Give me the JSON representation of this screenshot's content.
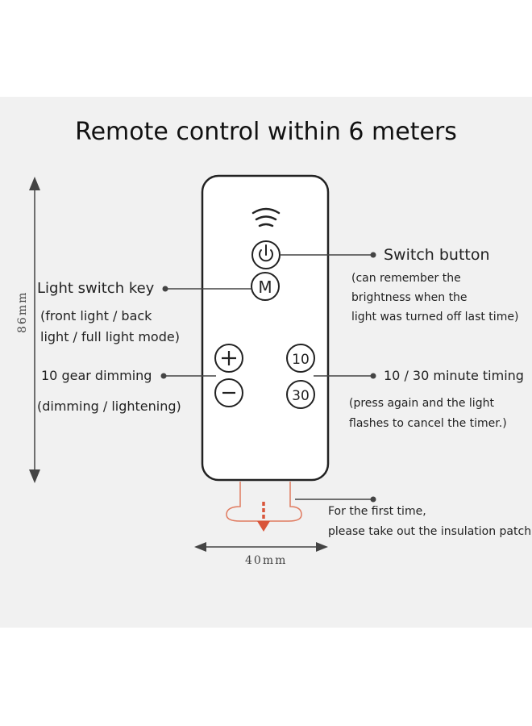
{
  "title": "Remote control within 6 meters",
  "dimensions": {
    "height": "86mm",
    "width": "40mm"
  },
  "buttons": {
    "mode": "M",
    "plus": "+",
    "minus": "−",
    "t10": "10",
    "t30": "30"
  },
  "callouts": {
    "switch_button": {
      "title": "Switch button",
      "lines": [
        "(can remember the",
        "brightness when the",
        "light was turned off last time)"
      ]
    },
    "light_switch_key": {
      "title": "Light switch key",
      "lines": [
        "(front light / back",
        "light / full light mode)"
      ]
    },
    "gear_dimming": {
      "title": "10 gear dimming",
      "lines": [
        "(dimming / lightening)"
      ]
    },
    "timing": {
      "title": "10 / 30 minute timing",
      "lines": [
        "(press again and the light",
        "flashes to cancel the timer.)"
      ]
    },
    "insulation": {
      "lines": [
        "For the first time,",
        "please take out the insulation patch"
      ]
    }
  },
  "colors": {
    "accent": "#e07a5f",
    "line": "#555555",
    "panel": "#f1f1f1"
  }
}
